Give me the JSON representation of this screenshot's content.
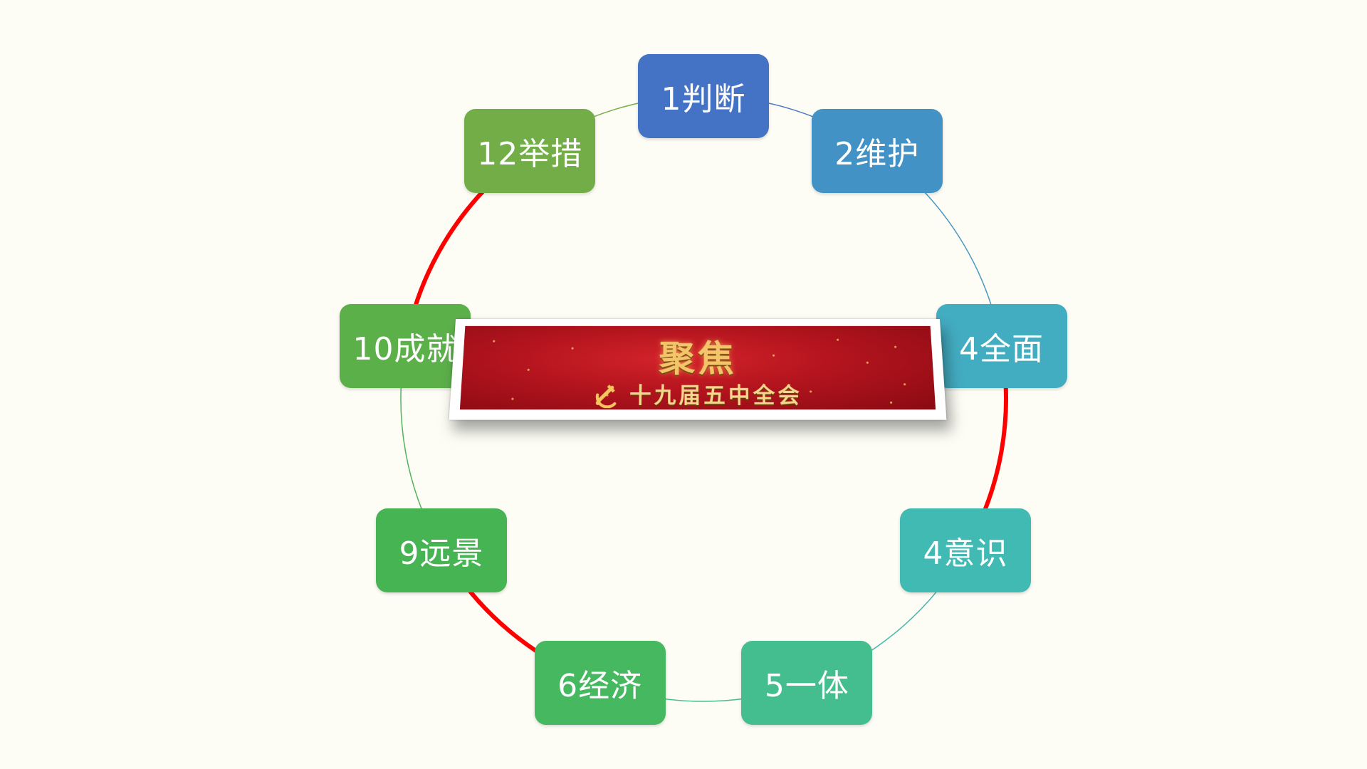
{
  "colors": {
    "background": "#fdfdf5",
    "highlight_arc": "#ff0000"
  },
  "nodes": [
    {
      "label": "1判断",
      "color": "#4472c4"
    },
    {
      "label": "2维护",
      "color": "#4292c6"
    },
    {
      "label": "4全面",
      "color": "#42acc1"
    },
    {
      "label": "4意识",
      "color": "#42bab4"
    },
    {
      "label": "5一体",
      "color": "#44bd8f"
    },
    {
      "label": "6经济",
      "color": "#45b860"
    },
    {
      "label": "9远景",
      "color": "#47b454"
    },
    {
      "label": "10成就",
      "color": "#5cb04a"
    },
    {
      "label": "12举措",
      "color": "#72ad48"
    }
  ],
  "arcs": [
    {
      "from": 0,
      "to": 1,
      "color": "#4a7bc8",
      "highlight": false
    },
    {
      "from": 1,
      "to": 2,
      "color": "#4a97c4",
      "highlight": false
    },
    {
      "from": 2,
      "to": 3,
      "color": "#ff0000",
      "highlight": true
    },
    {
      "from": 3,
      "to": 4,
      "color": "#45b6ae",
      "highlight": false
    },
    {
      "from": 4,
      "to": 5,
      "color": "#4bbd8a",
      "highlight": false
    },
    {
      "from": 5,
      "to": 6,
      "color": "#ff0000",
      "highlight": true
    },
    {
      "from": 6,
      "to": 7,
      "color": "#52b35a",
      "highlight": false
    },
    {
      "from": 7,
      "to": 8,
      "color": "#ff0000",
      "highlight": true
    },
    {
      "from": 8,
      "to": 0,
      "color": "#74b14c",
      "highlight": false
    }
  ],
  "banner": {
    "title": "聚焦",
    "subtitle": "十九届五中全会",
    "emblem": "party-emblem-icon"
  }
}
